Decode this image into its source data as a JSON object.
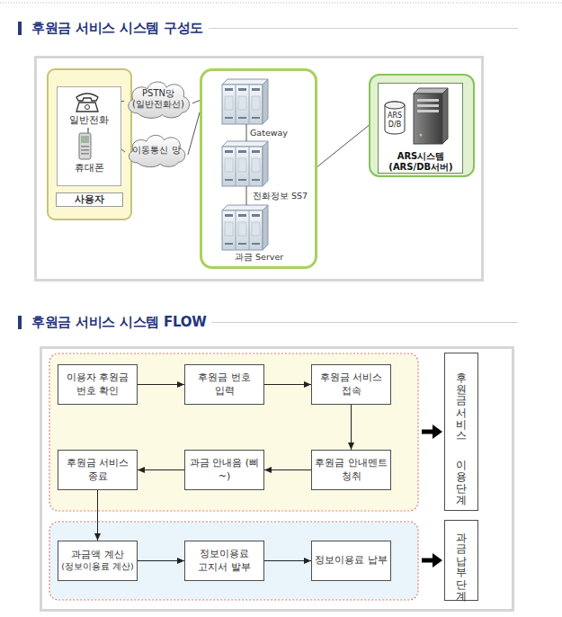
{
  "diagram": {
    "title": "후원금 서비스 시스템 구성도",
    "nodes": [
      {
        "text": [
          "사용자"
        ]
      },
      {
        "text": [
          "일반전화",
          "휴대폰"
        ],
        "in": 0
      },
      {
        "text": [
          "PSTN망 (일반전화선)"
        ]
      },
      {
        "text": [
          "이동통신 망"
        ]
      },
      {
        "text": [
          "Gateway",
          "전화정보 SS7",
          "과금 Server"
        ]
      },
      {
        "text": [
          "ARS시스템 (ARS/DB서버)"
        ]
      },
      {
        "text": [
          "ARS D/B"
        ],
        "in": 5
      },
      {
        "text": [
          "이용자 후원금 번호 확인"
        ]
      },
      {
        "text": [
          "후원금 번호 입력"
        ]
      },
      {
        "text": [
          "후원금 서비스 접속"
        ]
      },
      {
        "text": [
          "후원금서비스 이용단계"
        ]
      },
      {
        "text": [
          "후원금 서비스 종료"
        ]
      },
      {
        "text": [
          "과금 안내음 (삐~)"
        ]
      },
      {
        "text": [
          "후원금 안내멘트 청취"
        ]
      },
      {
        "text": [
          "과금액 계산",
          "(정보이용료 계산)"
        ]
      },
      {
        "text": [
          "정보이용료 고지서 발부"
        ]
      },
      {
        "text": [
          "정보이용료 납부"
        ]
      },
      {
        "text": [
          "과금납부단계"
        ]
      }
    ],
    "edges": [
      {
        "from": 1,
        "to": 2,
        "arrow": "none"
      },
      {
        "from": 1,
        "to": 3,
        "arrow": "none"
      },
      {
        "from": 2,
        "to": 4,
        "arrow": "none"
      },
      {
        "from": 3,
        "to": 4,
        "arrow": "none"
      },
      {
        "from": 4,
        "to": 5,
        "arrow": "none"
      },
      {
        "from": 7,
        "to": 8,
        "arrow": "to"
      },
      {
        "from": 8,
        "to": 9,
        "arrow": "to"
      },
      {
        "from": 9,
        "to": 13,
        "arrow": "to"
      },
      {
        "from": 13,
        "to": 12,
        "arrow": "to"
      },
      {
        "from": 12,
        "to": 11,
        "arrow": "to"
      },
      {
        "from": 11,
        "to": 14,
        "arrow": "to"
      },
      {
        "from": 14,
        "to": 15,
        "arrow": "to"
      },
      {
        "from": 15,
        "to": 16,
        "arrow": "to"
      }
    ],
    "labels": [
      "후원금 서비스 시스템 FLOW"
    ]
  }
}
